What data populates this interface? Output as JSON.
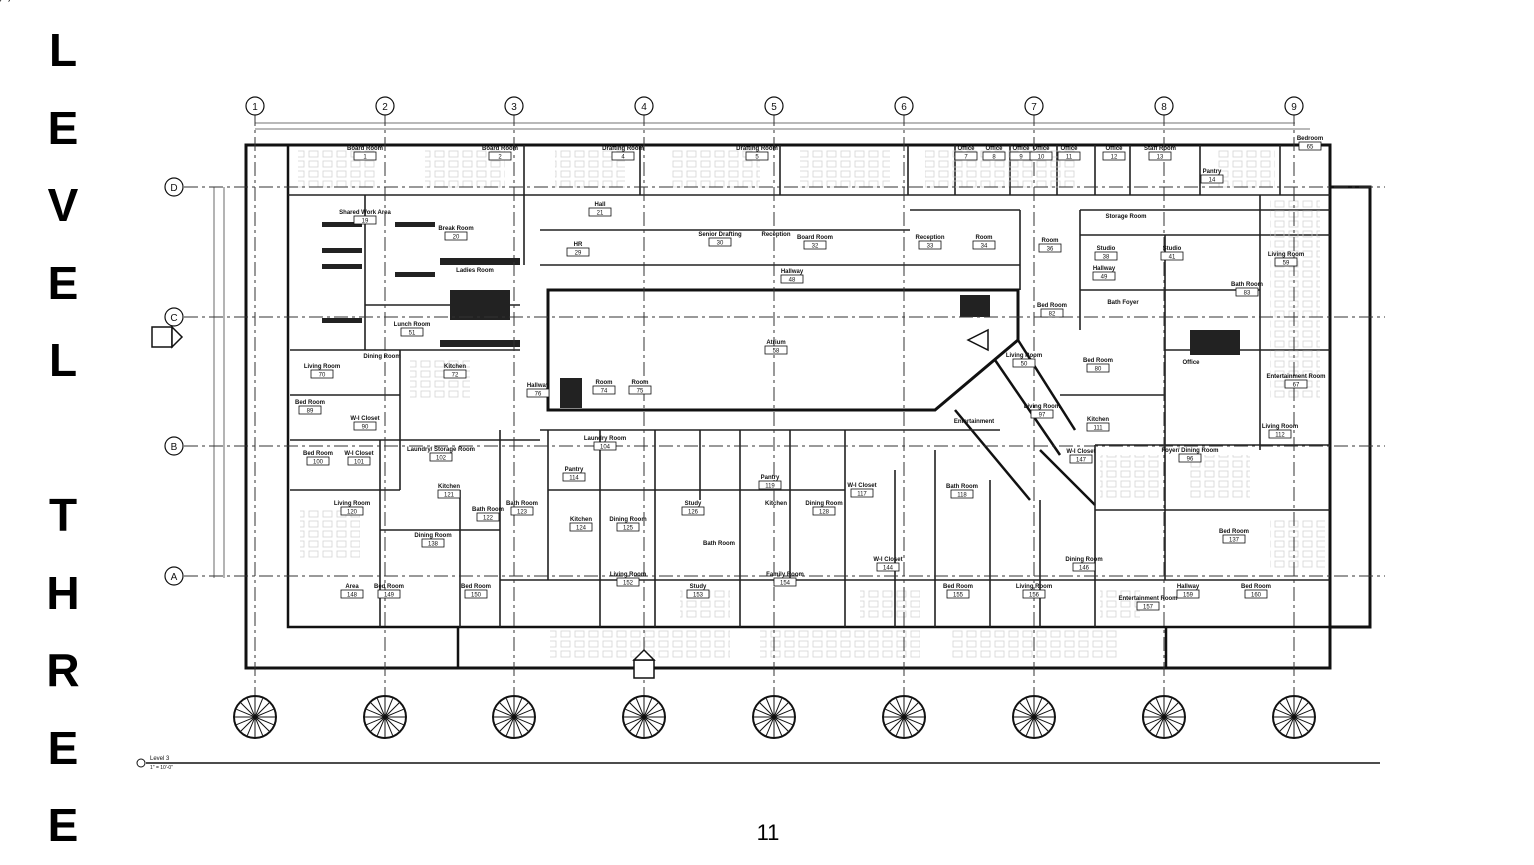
{
  "title": {
    "letters": [
      "L",
      "E",
      "V",
      "E",
      "L",
      "",
      "T",
      "H",
      "R",
      "E",
      "E"
    ]
  },
  "page_number": "11",
  "grid": {
    "columns": [
      "1",
      "2",
      "3",
      "4",
      "5",
      "6",
      "7",
      "8",
      "9"
    ],
    "rows": [
      "D",
      "C",
      "B",
      "A"
    ]
  },
  "rooms": [
    {
      "name": "Board Room",
      "number": "1"
    },
    {
      "name": "Board Room",
      "number": "2"
    },
    {
      "name": "Drafting Room",
      "number": "4"
    },
    {
      "name": "Drafting Room",
      "number": "5"
    },
    {
      "name": "Office",
      "number": "7"
    },
    {
      "name": "Office",
      "number": "8"
    },
    {
      "name": "Office",
      "number": "9"
    },
    {
      "name": "Office",
      "number": "10"
    },
    {
      "name": "Office",
      "number": "11"
    },
    {
      "name": "Office",
      "number": "12"
    },
    {
      "name": "Staff Room",
      "number": "13"
    },
    {
      "name": "Pantry",
      "number": "14"
    },
    {
      "name": "Shared Work Area",
      "number": "19"
    },
    {
      "name": "Break Room",
      "number": "20"
    },
    {
      "name": "Hall",
      "number": "21"
    },
    {
      "name": "Ladies Room",
      "number": ""
    },
    {
      "name": "HR",
      "number": "29"
    },
    {
      "name": "Senior Drafting",
      "number": "30"
    },
    {
      "name": "Reception",
      "number": ""
    },
    {
      "name": "Board Room",
      "number": "32"
    },
    {
      "name": "Reception",
      "number": "33"
    },
    {
      "name": "Room",
      "number": "34"
    },
    {
      "name": "Room",
      "number": "36"
    },
    {
      "name": "Studio",
      "number": "38"
    },
    {
      "name": "Studio",
      "number": "41"
    },
    {
      "name": "Hallway",
      "number": "48"
    },
    {
      "name": "Hallway",
      "number": "49"
    },
    {
      "name": "Lunch Room",
      "number": "51"
    },
    {
      "name": "Atrium",
      "number": "58"
    },
    {
      "name": "Living Room",
      "number": "59"
    },
    {
      "name": "Room",
      "number": "74"
    },
    {
      "name": "Room",
      "number": "75"
    },
    {
      "name": "Living Room",
      "number": "70"
    },
    {
      "name": "Dining Room",
      "number": ""
    },
    {
      "name": "Kitchen",
      "number": "72"
    },
    {
      "name": "Hallway",
      "number": "76"
    },
    {
      "name": "Bed Room",
      "number": "89"
    },
    {
      "name": "W-I Closet",
      "number": "90"
    },
    {
      "name": "Bed Room",
      "number": "100"
    },
    {
      "name": "W-I Closet",
      "number": "101"
    },
    {
      "name": "Laundry/ Storage Room",
      "number": "102"
    },
    {
      "name": "Laundry Room",
      "number": "104"
    },
    {
      "name": "Pantry",
      "number": "114"
    },
    {
      "name": "Kitchen",
      "number": "121"
    },
    {
      "name": "Living Room",
      "number": "120"
    },
    {
      "name": "Bath Room",
      "number": "122"
    },
    {
      "name": "Bath Room",
      "number": "123"
    },
    {
      "name": "Kitchen",
      "number": "124"
    },
    {
      "name": "Dining Room",
      "number": "125"
    },
    {
      "name": "Study",
      "number": "126"
    },
    {
      "name": "Kitchen",
      "number": ""
    },
    {
      "name": "Dining Room",
      "number": "128"
    },
    {
      "name": "Pantry",
      "number": "119"
    },
    {
      "name": "Dining Room",
      "number": "138"
    },
    {
      "name": "Bath Room",
      "number": ""
    },
    {
      "name": "Bed Room",
      "number": "149"
    },
    {
      "name": "Area",
      "number": "148"
    },
    {
      "name": "Bed Room",
      "number": "150"
    },
    {
      "name": "Living Room",
      "number": "152"
    },
    {
      "name": "Study",
      "number": "153"
    },
    {
      "name": "Family Room",
      "number": "154"
    },
    {
      "name": "W-I Closet",
      "number": "117"
    },
    {
      "name": "W-I Closet",
      "number": "144"
    },
    {
      "name": "Bath Room",
      "number": "118"
    },
    {
      "name": "Bed Room",
      "number": "155"
    },
    {
      "name": "Living Room",
      "number": "156"
    },
    {
      "name": "Dining Room",
      "number": "146"
    },
    {
      "name": "Entertainment Room",
      "number": "157"
    },
    {
      "name": "Hallway",
      "number": "159"
    },
    {
      "name": "Bed Room",
      "number": "160"
    },
    {
      "name": "Bed Room",
      "number": "137"
    },
    {
      "name": "W-I Closet",
      "number": "147"
    },
    {
      "name": "Kitchen",
      "number": "111"
    },
    {
      "name": "Living Room",
      "number": "97"
    },
    {
      "name": "Foyer/ Dining Room",
      "number": "96"
    },
    {
      "name": "Living Room",
      "number": "112"
    },
    {
      "name": "Entertainment Room",
      "number": "67"
    },
    {
      "name": "Bed Room",
      "number": "80"
    },
    {
      "name": "Bed Room",
      "number": "82"
    },
    {
      "name": "Bath Foyer",
      "number": ""
    },
    {
      "name": "Office",
      "number": ""
    },
    {
      "name": "Bath Room",
      "number": "83"
    },
    {
      "name": "Bedroom",
      "number": "65"
    },
    {
      "name": "Living Room",
      "number": "50"
    },
    {
      "name": "Entertainment",
      "number": ""
    },
    {
      "name": "Storage Room",
      "number": ""
    },
    {
      "name": "Foyer",
      "number": ""
    },
    {
      "name": "Hallway",
      "number": ""
    }
  ],
  "scale_note": {
    "label": "Level 3",
    "scale": "1\" = 10'-0\""
  }
}
